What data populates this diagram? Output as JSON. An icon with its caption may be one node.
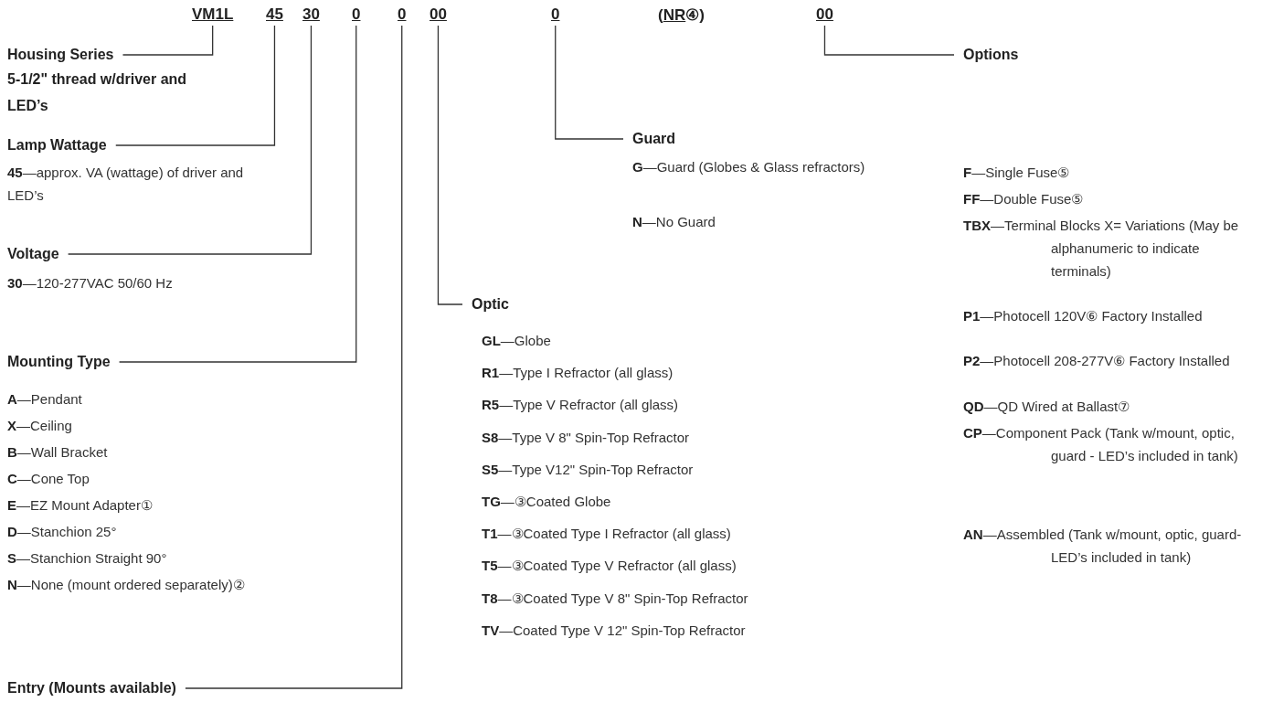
{
  "diagram": {
    "nodes": [
      {
        "text": [
          "VM1L"
        ]
      },
      {
        "text": [
          "45"
        ]
      },
      {
        "text": [
          "30"
        ]
      },
      {
        "text": [
          "0"
        ]
      },
      {
        "text": [
          "0"
        ]
      },
      {
        "text": [
          "00"
        ]
      },
      {
        "text": [
          "0"
        ]
      },
      {
        "text": [
          "(NR④)"
        ]
      },
      {
        "text": [
          "00"
        ]
      },
      {
        "text": [
          "Housing Series"
        ],
        "beside": [
          "5-1/2\" thread w/driver and LED’s"
        ]
      },
      {
        "text": [
          "Lamp Wattage"
        ]
      },
      {
        "text": [
          "Voltage"
        ]
      },
      {
        "text": [
          "Mounting Type"
        ]
      },
      {
        "text": [
          "Entry (Mounts available)"
        ]
      },
      {
        "text": [
          "Optic"
        ]
      },
      {
        "text": [
          "Guard"
        ]
      },
      {
        "text": [
          "Options"
        ]
      }
    ],
    "edges": [
      {
        "from": 9,
        "to": 0,
        "arrow": "none"
      },
      {
        "from": 10,
        "to": 1,
        "arrow": "none"
      },
      {
        "from": 11,
        "to": 2,
        "arrow": "none"
      },
      {
        "from": 12,
        "to": 3,
        "arrow": "none"
      },
      {
        "from": 13,
        "to": 4,
        "arrow": "none"
      },
      {
        "from": 14,
        "to": 5,
        "arrow": "none"
      },
      {
        "from": 15,
        "to": 6,
        "arrow": "none"
      },
      {
        "from": 16,
        "to": 8,
        "arrow": "none"
      }
    ],
    "labels": [
      "**45**—approx. VA (wattage) of driver and LED’s",
      "**30**—120-277VAC 50/60 Hz",
      "**A**—Pendant",
      "**X**—Ceiling",
      "**B**—Wall Bracket",
      "**C**—Cone Top",
      "**E**—EZ Mount Adapter①",
      "**D**—Stanchion 25°",
      "**S**—Stanchion Straight 90°",
      "**N**—None (mount ordered separately)②",
      "**G**—Guard (Globes & Glass refractors)",
      "**N**—No Guard",
      "**GL**—Globe",
      "**R1**—Type I Refractor (all glass)",
      "**R5**—Type V Refractor  (all glass)",
      "**S8**—Type V 8\" Spin-Top Refractor",
      "**S5**—Type V12\" Spin-Top Refractor",
      "**TG**—③Coated Globe",
      "**T1**—③Coated Type I Refractor (all glass)",
      "**T5**—③Coated Type V Refractor (all glass)",
      "**T8**—③Coated Type V 8\" Spin-Top Refractor",
      "**TV**—Coated Type V 12\" Spin-Top Refractor",
      "**F**—Single Fuse⑤",
      "**FF**—Double Fuse⑤",
      "**TBX**—Terminal Blocks X= Variations (May be alphanumeric to indicate terminals)",
      "**P1**—Photocell 120V⑥ Factory Installed",
      "**P2**—Photocell 208-277V⑥ Factory Installed",
      "**QD**—QD Wired at Ballast⑦",
      "**CP**—Component Pack (Tank w/mount, optic, guard - LED’s included in tank)",
      "**AN**—Assembled (Tank w/mount, optic, guard- LED’s included in tank)"
    ]
  }
}
